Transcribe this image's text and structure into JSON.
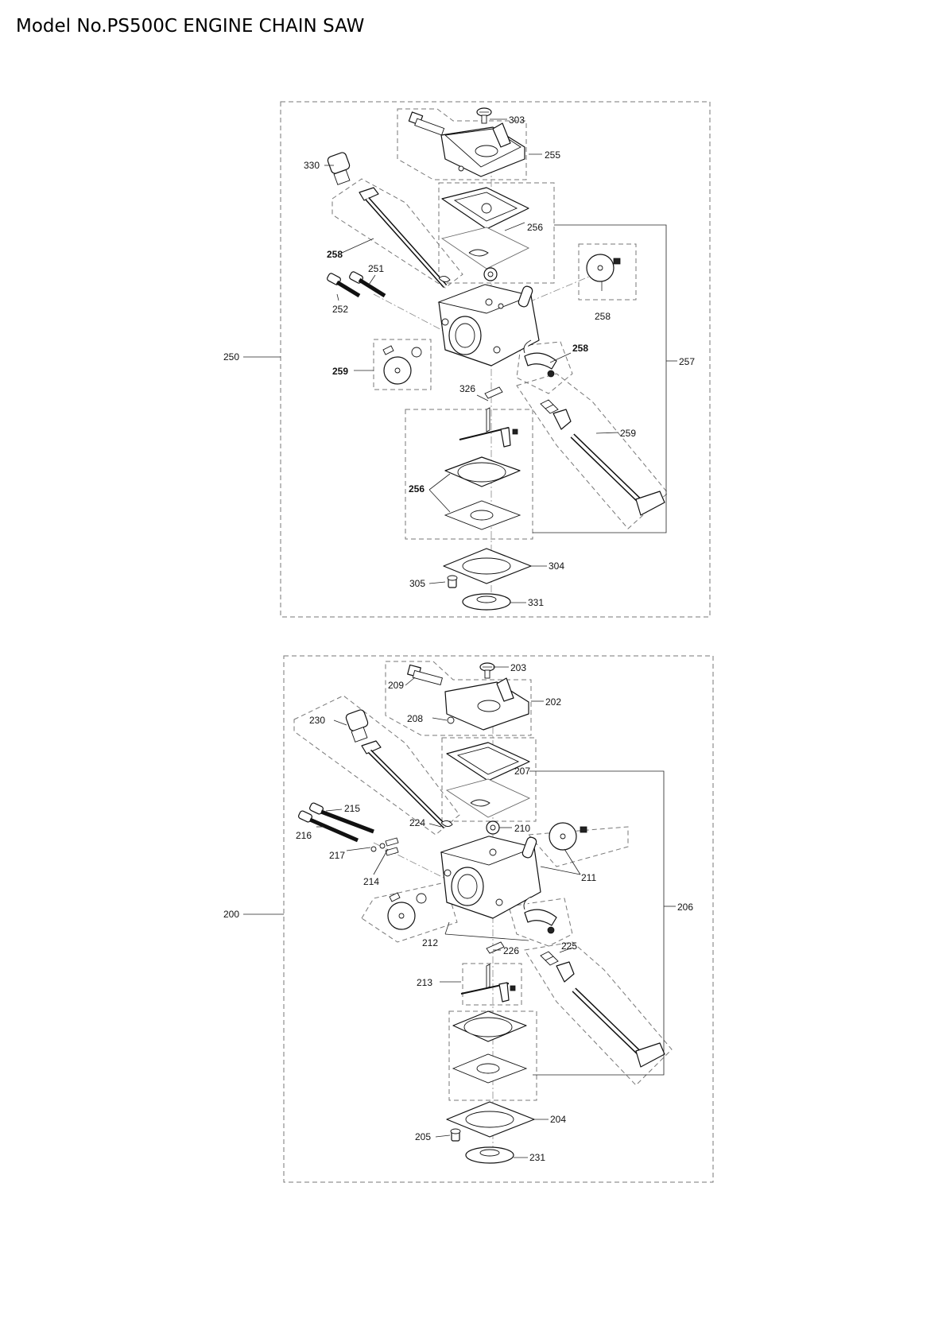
{
  "title": "Model No.PS500C ENGINE CHAIN SAW",
  "upper_assembly": {
    "assembly_no": "250",
    "callouts": {
      "c303": "303",
      "c255": "255",
      "c330": "330",
      "c256a": "256",
      "c258a": "258",
      "c251": "251",
      "c252": "252",
      "c258b": "258",
      "c257": "257",
      "c258c": "258",
      "c259a": "259",
      "c326": "326",
      "c259b": "259",
      "c256b": "256",
      "c304": "304",
      "c305": "305",
      "c331": "331"
    }
  },
  "lower_assembly": {
    "assembly_no": "200",
    "callouts": {
      "c203": "203",
      "c209": "209",
      "c202": "202",
      "c208": "208",
      "c230": "230",
      "c207": "207",
      "c215": "215",
      "c216": "216",
      "c224": "224",
      "c210": "210",
      "c217": "217",
      "c214": "214",
      "c211": "211",
      "c206": "206",
      "c212": "212",
      "c226": "226",
      "c225": "225",
      "c213": "213",
      "c204": "204",
      "c205": "205",
      "c231": "231"
    }
  }
}
